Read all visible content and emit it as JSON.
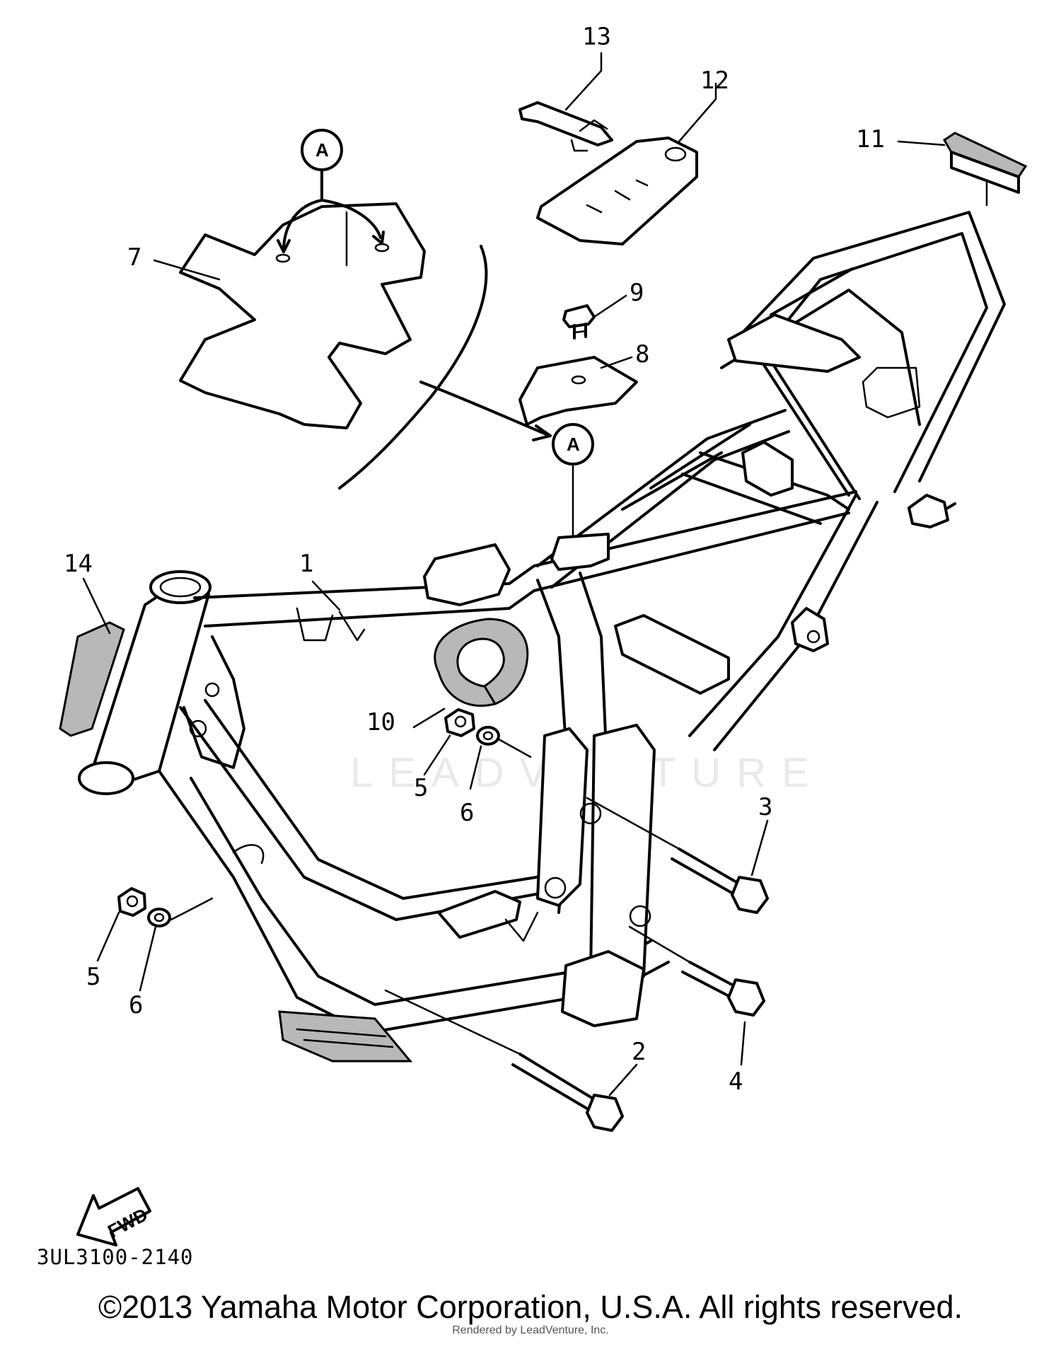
{
  "diagram": {
    "part_callouts": [
      {
        "id": "1",
        "label": "1"
      },
      {
        "id": "2",
        "label": "2"
      },
      {
        "id": "3",
        "label": "3"
      },
      {
        "id": "4",
        "label": "4"
      },
      {
        "id": "5a",
        "label": "5"
      },
      {
        "id": "6a",
        "label": "6"
      },
      {
        "id": "5b",
        "label": "5"
      },
      {
        "id": "6b",
        "label": "6"
      },
      {
        "id": "7",
        "label": "7"
      },
      {
        "id": "8",
        "label": "8"
      },
      {
        "id": "9",
        "label": "9"
      },
      {
        "id": "10",
        "label": "10"
      },
      {
        "id": "11",
        "label": "11"
      },
      {
        "id": "12",
        "label": "12"
      },
      {
        "id": "13",
        "label": "13"
      },
      {
        "id": "14",
        "label": "14"
      }
    ],
    "reference_markers": {
      "top": "A",
      "center": "A"
    },
    "fwd_label": "FWD",
    "watermark": "LEADVENTURE"
  },
  "footer": {
    "diagram_code": "3UL3100-2140",
    "copyright": "©2013 Yamaha Motor Corporation, U.S.A. All rights reserved.",
    "rendered_by": "Rendered by LeadVenture, Inc."
  }
}
